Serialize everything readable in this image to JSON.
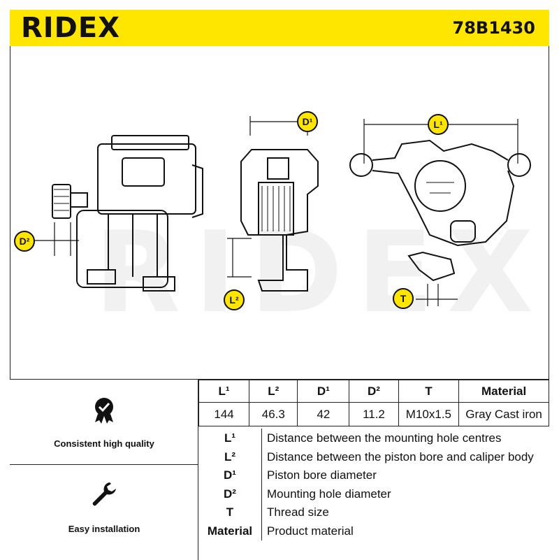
{
  "brand": {
    "logo": "RIDEX",
    "part_number": "78B1430",
    "accent_color": "#ffe600"
  },
  "watermark": "RIDEX",
  "labels": {
    "L1": "L¹",
    "L2": "L²",
    "D1": "D¹",
    "D2": "D²",
    "T": "T"
  },
  "features": [
    {
      "icon": "badge-check-icon",
      "text": "Consistent high quality"
    },
    {
      "icon": "wrench-icon",
      "text": "Easy installation"
    }
  ],
  "table": {
    "headers": [
      "L¹",
      "L²",
      "D¹",
      "D²",
      "T",
      "Material"
    ],
    "values": [
      "144",
      "46.3",
      "42",
      "11.2",
      "M10x1.5",
      "Gray Cast iron"
    ]
  },
  "legend": [
    {
      "key": "L¹",
      "text": "Distance between the mounting hole centres"
    },
    {
      "key": "L²",
      "text": "Distance between the piston bore and caliper body"
    },
    {
      "key": "D¹",
      "text": "Piston bore diameter"
    },
    {
      "key": "D²",
      "text": "Mounting hole diameter"
    },
    {
      "key": "T",
      "text": "Thread size"
    },
    {
      "key": "Material",
      "text": "Product material"
    }
  ]
}
